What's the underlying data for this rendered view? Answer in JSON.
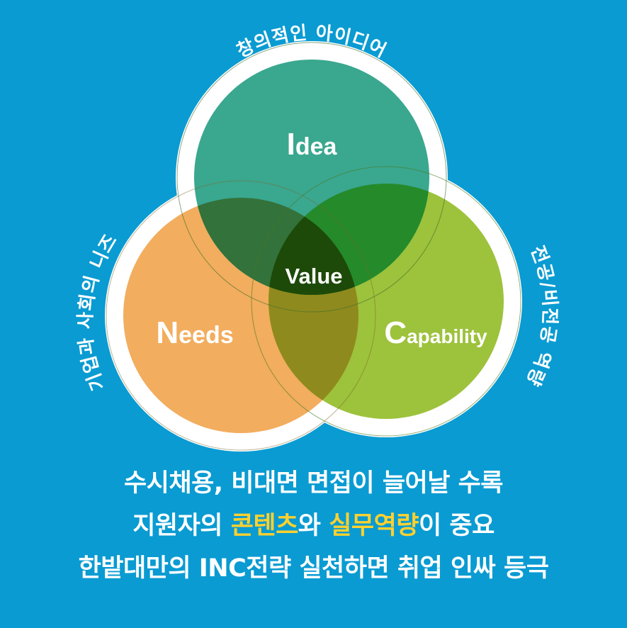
{
  "diagram": {
    "top_arc_label": "창의적인 아이디어",
    "left_arc_label": "기업과 사회의 니즈",
    "right_arc_label": "전공/비전공 역량",
    "idea": {
      "initial": "I",
      "rest": "dea"
    },
    "needs": {
      "initial": "N",
      "rest": "eeds"
    },
    "capability": {
      "initial": "C",
      "rest": "apability"
    },
    "center_label": "Value",
    "colors": {
      "background": "#0a9bd2",
      "idea": "#3aa78f",
      "needs": "#f2ad5e",
      "capability": "#9dc23c",
      "center": "#1d4a08"
    }
  },
  "caption": {
    "line1": "수시채용, 비대면 면접이 늘어날 수록",
    "line2_a": "지원자의 ",
    "line2_hl1": "콘텐츠",
    "line2_b": "와 ",
    "line2_hl2": "실무역량",
    "line2_c": "이 중요",
    "line3": "한밭대만의 INC전략 실천하면 취업 인싸 등극"
  }
}
